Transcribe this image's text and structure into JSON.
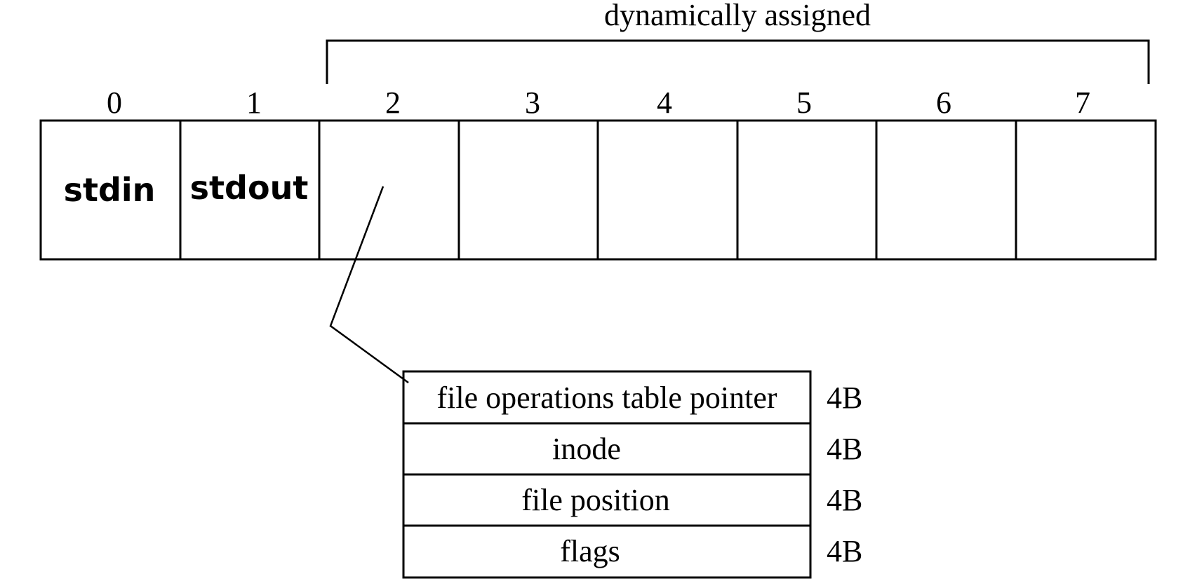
{
  "bracket": {
    "label": "dynamically assigned"
  },
  "descriptor_table": {
    "slots": [
      {
        "index": "0",
        "content": "stdin"
      },
      {
        "index": "1",
        "content": "stdout"
      },
      {
        "index": "2",
        "content": ""
      },
      {
        "index": "3",
        "content": ""
      },
      {
        "index": "4",
        "content": ""
      },
      {
        "index": "5",
        "content": ""
      },
      {
        "index": "6",
        "content": ""
      },
      {
        "index": "7",
        "content": ""
      }
    ]
  },
  "file_structure": {
    "fields": [
      {
        "name": "file operations table pointer",
        "size": "4B"
      },
      {
        "name": "inode",
        "size": "4B"
      },
      {
        "name": "file position",
        "size": "4B"
      },
      {
        "name": "flags",
        "size": "4B"
      }
    ]
  }
}
